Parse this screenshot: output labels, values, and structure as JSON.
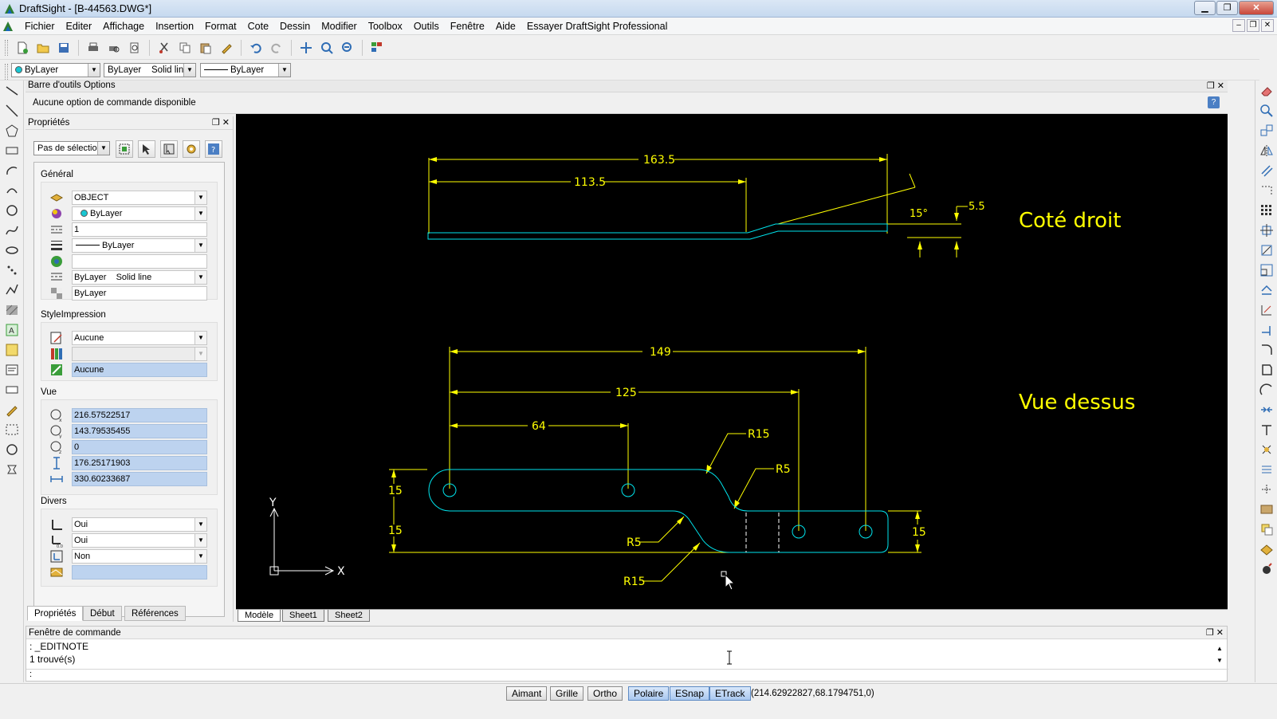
{
  "window": {
    "title": "DraftSight - [B-44563.DWG*]"
  },
  "menu": [
    "Fichier",
    "Editer",
    "Affichage",
    "Insertion",
    "Format",
    "Cote",
    "Dessin",
    "Modifier",
    "Toolbox",
    "Outils",
    "Fenêtre",
    "Aide",
    "Essayer DraftSight Professional"
  ],
  "toolbar2": {
    "color": "ByLayer",
    "linetype_bylayer": "ByLayer",
    "linetype_style": "Solid line",
    "lineweight": "ByLayer"
  },
  "options_panel": {
    "title": "Barre d'outils Options",
    "text": "Aucune option de commande disponible"
  },
  "properties": {
    "title": "Propriétés",
    "selection": "Pas de sélection",
    "general_title": "Général",
    "layer": "OBJECT",
    "color": "ByLayer",
    "lt_scale": "1",
    "lineweight": "ByLayer",
    "linetype_a": "ByLayer",
    "linetype_b": "Solid line",
    "transparency": "ByLayer",
    "print_title": "StyleImpression",
    "print_style": "Aucune",
    "print_table": "Aucune",
    "view_title": "Vue",
    "view_x": "216.57522517",
    "view_y": "143.79535455",
    "view_z": "0",
    "view_height": "176.25171903",
    "view_width": "330.60233687",
    "misc_title": "Divers",
    "ucs_icon_on": "Oui",
    "ucs_icon_origin": "Oui",
    "ucs_per_view": "Non"
  },
  "panel_tabs": [
    "Propriétés",
    "Début",
    "Références"
  ],
  "drawing": {
    "dim_163": "163.5",
    "dim_113": "113.5",
    "dim_angle": "15°",
    "dim_55": "5.5",
    "label_side": "Coté droit",
    "dim_149": "149",
    "dim_125": "125",
    "dim_64": "64",
    "r15_top": "R15",
    "r5_top": "R5",
    "r5_bot": "R5",
    "r15_bot": "R15",
    "dim_15_a": "15",
    "dim_15_b": "15",
    "dim_15_c": "15",
    "label_top": "Vue dessus",
    "ucs_y": "Y",
    "ucs_x": "X"
  },
  "sheet_tabs": [
    "Modèle",
    "Sheet1",
    "Sheet2"
  ],
  "command": {
    "title": "Fenêtre de commande",
    "line1": ": _EDITNOTE",
    "line2": "1 trouvé(s)",
    "prompt": ":"
  },
  "status": {
    "buttons": [
      "Aimant",
      "Grille",
      "Ortho",
      "Polaire",
      "ESnap",
      "ETrack"
    ],
    "coords": "(214.62922827,68.1794751,0)"
  },
  "colors": {
    "dimension": "#ffff00",
    "geometry": "#00e5ee",
    "background": "#000000"
  }
}
